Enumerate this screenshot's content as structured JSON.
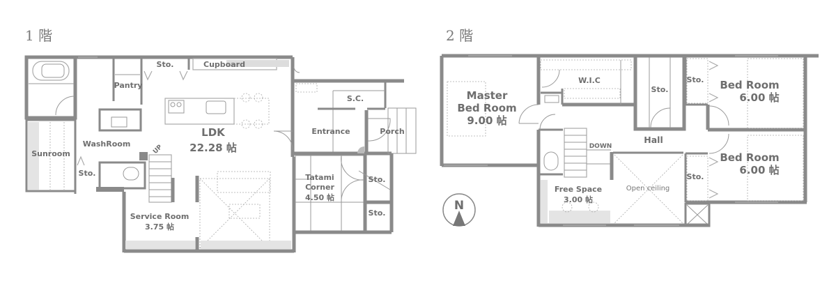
{
  "floors": [
    {
      "title": "1 階",
      "rooms": {
        "sto_top": "Sto.",
        "cupboard": "Cupboard",
        "pantry": "Pantry",
        "ldk_name": "LDK",
        "ldk_size": "22.28 帖",
        "s_c": "S.C.",
        "entrance": "Entrance",
        "porch": "Porch",
        "washroom": "WashRoom",
        "sunroom": "Sunroom",
        "sto_wash": "Sto.",
        "up": "UP",
        "tatami_1": "Tatami",
        "tatami_2": "Corner",
        "tatami_size": "4.50 帖",
        "sto_tatami_1": "Sto.",
        "sto_tatami_2": "Sto.",
        "service_room": "Service Room",
        "service_size": "3.75 帖"
      }
    },
    {
      "title": "2 階",
      "rooms": {
        "master_1": "Master",
        "master_2": "Bed Room",
        "master_size": "9.00 帖",
        "wic": "W.I.C",
        "sto_center": "Sto.",
        "sto_bed1": "Sto.",
        "bed1_name": "Bed Room",
        "bed1_size": "6.00 帖",
        "hall": "Hall",
        "down": "DOWN",
        "bed2_name": "Bed Room",
        "bed2_size": "6.00 帖",
        "sto_bed2": "Sto.",
        "free_space": "Free Space",
        "free_size": "3.00 帖",
        "open_ceiling": "Open ceiling"
      }
    }
  ],
  "compass": {
    "label": "N"
  }
}
